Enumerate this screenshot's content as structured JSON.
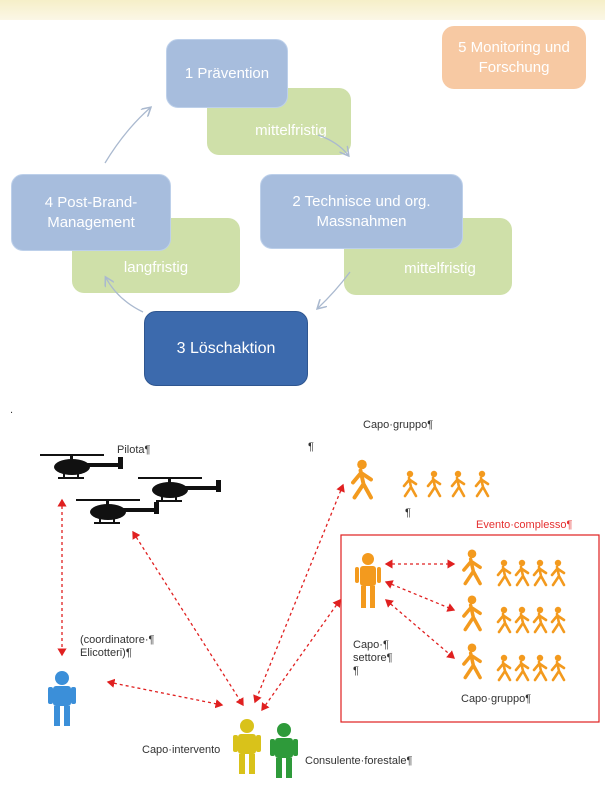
{
  "cycle": {
    "step1": "1 Prävention",
    "step1_term": "mittelfristig",
    "step2": "2 Technisce und org. Massnahmen",
    "step2_term": "mittelfristig",
    "step3": "3 Löschaktion",
    "step4": "4 Post-Brand-Management",
    "step4_term": "langfristig",
    "step5": "5 Monitoring und Forschung"
  },
  "org": {
    "dot": ".",
    "pilot": "Pilota¶",
    "pilcrow": "¶",
    "capo_gruppo_top": "Capo·gruppo¶",
    "pilcrow_below_group": "¶",
    "evento": "Evento·complesso¶",
    "coord_line1": "(coordinatore·¶",
    "coord_line2": "Elicotteri)¶",
    "capo_settore_line1": "Capo·¶",
    "capo_settore_line2": "settore¶",
    "capo_settore_line3": "¶",
    "capo_gruppo_bottom": "Capo·gruppo¶",
    "capo_intervento": "Capo·intervento",
    "consulente": "Consulente·forestale¶"
  },
  "colors": {
    "blue_box": "#a7bddd",
    "green_box": "#cfe0a9",
    "dark_box": "#3c6aad",
    "orange_box": "#f7c9a3",
    "people_orange": "#f39a1e",
    "people_blue": "#3b8fd9",
    "people_yellow": "#d9c21a",
    "people_green": "#2e9a3a",
    "arrow_red": "#e02020"
  },
  "icons": [
    "helicopter-icon",
    "person-icon"
  ]
}
